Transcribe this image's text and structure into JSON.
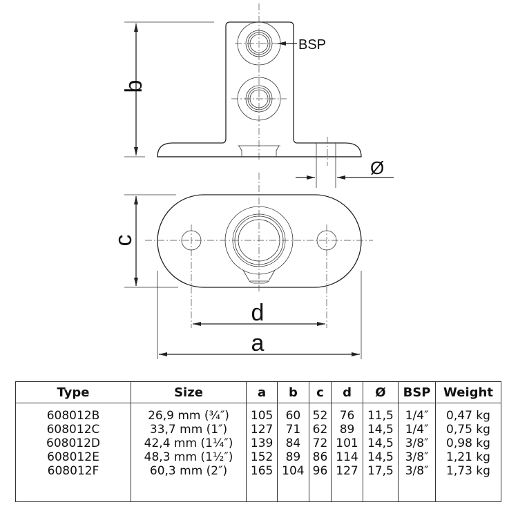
{
  "drawing": {
    "labels": {
      "b": "b",
      "c": "c",
      "d": "d",
      "a": "a",
      "diameter": "Ø",
      "bsp": "BSP"
    }
  },
  "table": {
    "headers": [
      "Type",
      "Size",
      "a",
      "b",
      "c",
      "d",
      "Ø",
      "BSP",
      "Weight"
    ],
    "rows": [
      [
        "608012B",
        "26,9 mm (¾″)",
        "105",
        "60",
        "52",
        "76",
        "11,5",
        "1/4″",
        "0,47 kg"
      ],
      [
        "608012C",
        "33,7 mm (1″)",
        "127",
        "71",
        "62",
        "89",
        "14,5",
        "1/4″",
        "0,75 kg"
      ],
      [
        "608012D",
        "42,4 mm (1¼″)",
        "139",
        "84",
        "72",
        "101",
        "14,5",
        "3/8″",
        "0,98 kg"
      ],
      [
        "608012E",
        "48,3 mm (1½″)",
        "152",
        "89",
        "86",
        "114",
        "14,5",
        "3/8″",
        "1,21 kg"
      ],
      [
        "608012F",
        "60,3 mm (2″)",
        "165",
        "104",
        "96",
        "127",
        "17,5",
        "3/8″",
        "1,73 kg"
      ]
    ]
  }
}
